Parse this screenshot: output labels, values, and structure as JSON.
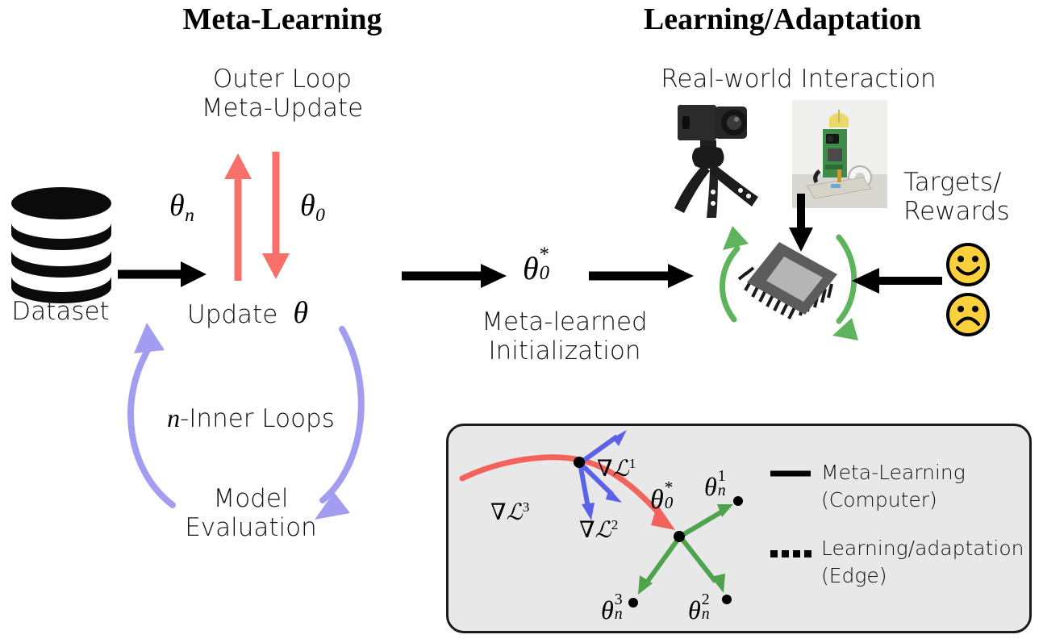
{
  "figure": {
    "columns": [
      {
        "id": "meta-learning",
        "title": "Meta-Learning"
      },
      {
        "id": "learning-adaptation",
        "title": "Learning/Adaptation"
      }
    ]
  },
  "left_panel": {
    "outer_loop_line1": "Outer Loop",
    "outer_loop_line2": "Meta-Update",
    "theta_n": {
      "base": "θ",
      "sub": "n"
    },
    "theta_0": {
      "base": "θ",
      "sub": "0"
    },
    "dataset_label": "Dataset",
    "dataset_icon": "database-icon",
    "update_label": "Update",
    "update_symbol": "θ",
    "inner_loops_italic_n": "n",
    "inner_loops_rest": "-Inner Loops",
    "model_eval_line1": "Model",
    "model_eval_line2": "Evaluation"
  },
  "middle": {
    "theta_star": {
      "base": "θ",
      "sub": "0",
      "sup": "*"
    },
    "caption_line1": "Meta-learned",
    "caption_line2": "Initialization"
  },
  "right_panel": {
    "real_world": "Real-world Interaction",
    "camera_icon": "camera-tripod-photo",
    "robot_icon": "wheeled-robot-photo",
    "chip_icon": "microchip-icon",
    "targets_line1": "Targets/",
    "targets_line2": "Rewards",
    "happy_face_icon": "happy-face-icon",
    "sad_face_icon": "sad-face-icon"
  },
  "inset": {
    "gradients": [
      {
        "label": "∇ℒ",
        "sup": "1"
      },
      {
        "label": "∇ℒ",
        "sup": "2"
      },
      {
        "label": "∇ℒ",
        "sup": "3"
      }
    ],
    "theta_star": {
      "base": "θ",
      "sub": "0",
      "sup": "*"
    },
    "theta_points": [
      {
        "base": "θ",
        "sup": "1",
        "sub": "n"
      },
      {
        "base": "θ",
        "sup": "2",
        "sub": "n"
      },
      {
        "base": "θ",
        "sup": "3",
        "sub": "n"
      }
    ],
    "legend": [
      {
        "style": "solid",
        "line1": "Meta-Learning",
        "line2": "(Computer)"
      },
      {
        "style": "dotted",
        "line1": "Learning/adaptation",
        "line2": "(Edge)"
      }
    ]
  },
  "colors": {
    "red": "#F9706B",
    "purple": "#A39DF2",
    "green": "#5EB45C",
    "blue": "#5B62E8",
    "black": "#000000",
    "chip_body": "#5C5C5C",
    "chip_core": "#B5B5B5",
    "face_yellow": "#FBD13B",
    "inset_bg": "#E8E8E8"
  }
}
